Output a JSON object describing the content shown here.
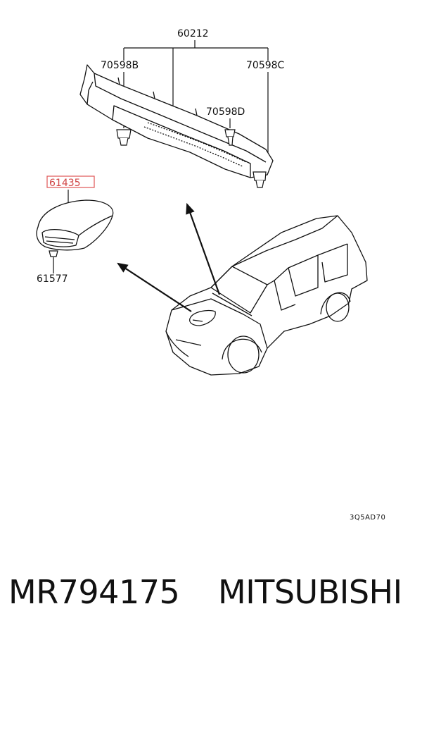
{
  "diagram": {
    "labels": {
      "assembly": "60212",
      "clip_b": "70598B",
      "clip_c": "70598C",
      "clip_d": "70598D",
      "scoop": "61435",
      "scoop_clip": "61577"
    },
    "diagram_code": "3Q5AD70",
    "highlight_color": "#e05555"
  },
  "caption": {
    "part_number": "MR794175",
    "brand": "MITSUBISHI"
  }
}
